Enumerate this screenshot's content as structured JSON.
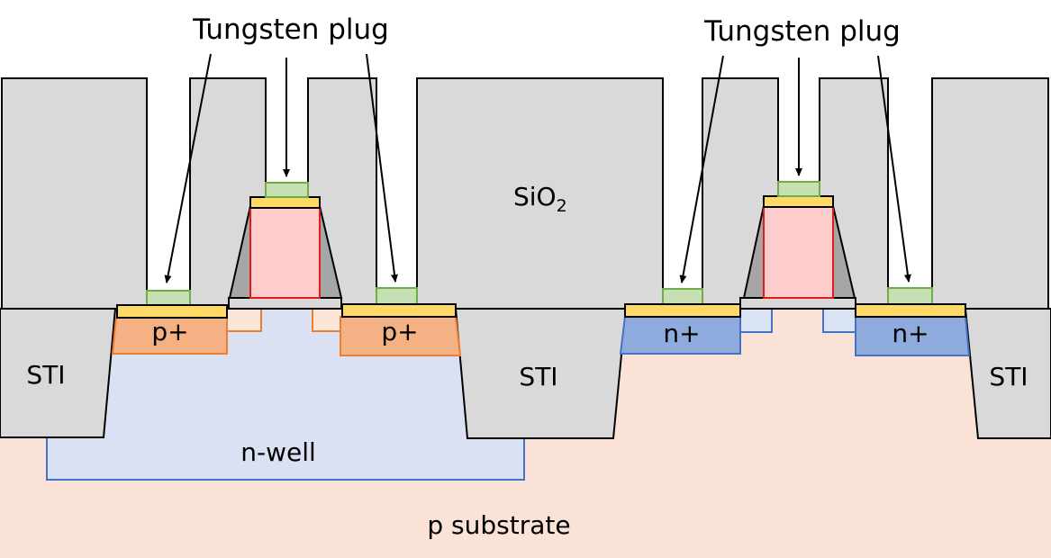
{
  "labels": {
    "tungsten_left": "Tungsten plug",
    "tungsten_right": "Tungsten plug",
    "sio2_main": "SiO",
    "sio2_sub": "2",
    "p_plus": "p+",
    "n_plus": "n+",
    "sti": "STI",
    "n_well": "n-well",
    "p_substrate": "p substrate"
  },
  "colors": {
    "substrate": "#fae3d6",
    "n_well": "#dae1f2",
    "n_well_edge": "#4472c4",
    "oxide": "#d9d9d9",
    "spacer": "#a6a6a6",
    "gate": "#ffcccc",
    "gate_edge": "#e01b1b",
    "silicide": "#ffd966",
    "tungsten": "#c6e0b4",
    "tungsten_edge": "#70ad47",
    "p_plus": "#f4b183",
    "p_plus_edge": "#ed7d31",
    "p_ldd": "#fbe5d6",
    "n_plus": "#8faadc",
    "n_plus_edge": "#4472c4",
    "n_ldd": "#dae3f3"
  }
}
